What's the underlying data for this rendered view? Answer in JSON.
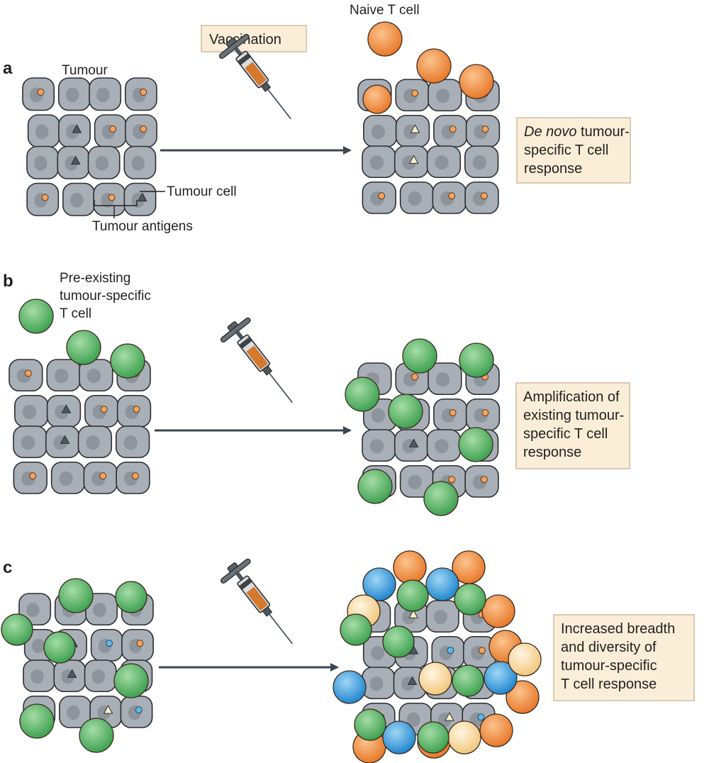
{
  "colors": {
    "background": "#ffffff",
    "tumour_cell": "#a9afb6",
    "tumour_cell_outline": "#2b2f33",
    "nucleus": "#8d949c",
    "label_box": "#fbeed8",
    "label_box_border": "#c9b79c",
    "antigen_orange": "#f4a261",
    "antigen_triangle": "#4b5a5e",
    "antigen_triangle_light": "#f4f0c6",
    "antigen_blue": "#61b6e4",
    "naive_t_cell": "#ee8a3c",
    "preexisting_t_cell": "#5cb869",
    "new_t_cell_blue": "#3a9ede",
    "new_t_cell_cream": "#fbdca0",
    "arrow": "#3b4750"
  },
  "panels": {
    "a": {
      "letter": "a",
      "tumour_label": "Tumour",
      "vaccination_label": "Vaccination",
      "naive_t_cell_label": "Naive T cell",
      "tumour_cell_label": "Tumour cell",
      "tumour_antigens_label": "Tumour antigens",
      "outcome_lines": [
        "De novo",
        " tumour-",
        "specific T cell",
        "response"
      ]
    },
    "b": {
      "letter": "b",
      "preexisting_label_lines": [
        "Pre-existing",
        "tumour-specific",
        "T cell"
      ],
      "outcome_lines": [
        "Amplification of",
        "existing tumour-",
        "specific T cell",
        "response"
      ]
    },
    "c": {
      "letter": "c",
      "outcome_lines": [
        "Increased breadth",
        "and diversity of",
        "tumour-specific",
        "T cell response"
      ]
    }
  },
  "icons": {
    "syringe": "syringe-icon",
    "tumour_cell": "tumour-cell-icon",
    "t_cell": "t-cell-icon",
    "arrow": "arrow-right-icon"
  }
}
